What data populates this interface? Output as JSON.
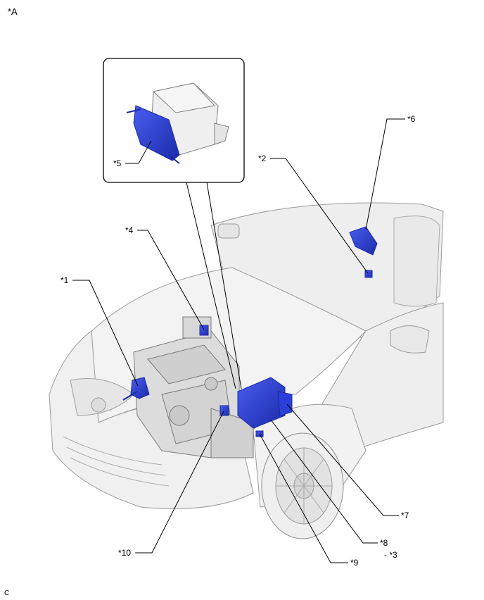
{
  "figure_tag": "*A",
  "corner_code": "C",
  "callouts": {
    "c1": "*1",
    "c2": "*2",
    "c3": "- *3",
    "c4": "*4",
    "c5": "*5",
    "c6": "*6",
    "c7": "*7",
    "c8": "*8",
    "c9": "*9",
    "c10": "*10"
  },
  "colors": {
    "highlight": "#2b3fd8",
    "highlight_dark": "#1a2aa8",
    "outline": "#8c8c8c",
    "body_fill": "#f2f2f2"
  }
}
